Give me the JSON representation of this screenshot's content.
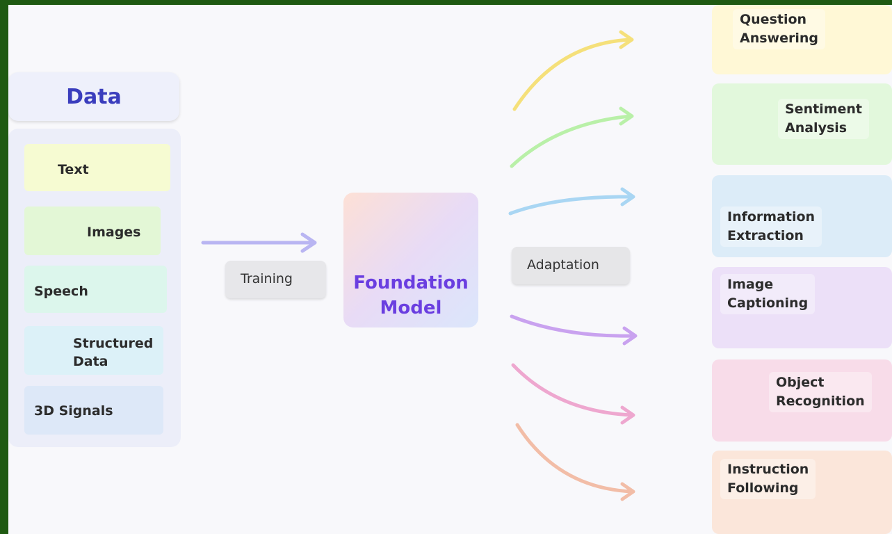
{
  "data_section": {
    "title": "Data",
    "items": [
      {
        "label": "Text",
        "icon": "book-icon"
      },
      {
        "label": "Images",
        "icon": "photos-icon"
      },
      {
        "label": "Speech",
        "icon": "microphone-icon"
      },
      {
        "label": "Structured",
        "label2": "Data",
        "icon": "flowchart-icon"
      },
      {
        "label": "3D Signals",
        "icon": "router-icon"
      }
    ]
  },
  "training": {
    "label": "Training",
    "icon": "pencils-cup-icon"
  },
  "foundation_model": {
    "line1": "Foundation",
    "line2": "Model"
  },
  "adaptation": {
    "label": "Adaptation",
    "icon": "screwdriver-icon"
  },
  "tasks": [
    {
      "line1": "Question",
      "line2": "Answering",
      "color": "#fff8d6",
      "icon": "speech-bubbles-icon"
    },
    {
      "line1": "Sentiment",
      "line2": "Analysis",
      "color": "#e2f8dc",
      "icon": "emoji-faces-icon"
    },
    {
      "line1": "Information",
      "line2": "Extraction",
      "color": "#dcecf8",
      "icon": "magnifier-icon"
    },
    {
      "line1": "Image",
      "line2": "Captioning",
      "color": "#ece0f8",
      "icon": "picture-frame-icon"
    },
    {
      "line1": "Object",
      "line2": "Recognition",
      "color": "#f8dce9",
      "icon": "3d-shapes-icon"
    },
    {
      "line1": "Instruction",
      "line2": "Following",
      "color": "#fbe6da",
      "icon": "map-icon"
    }
  ],
  "colors": {
    "frame": "#1f5a12",
    "canvas": "#f8f8fb",
    "data_title": "#3a3dbd",
    "foundation_text": "#6a3ee0",
    "arrow_input": "#b9b5f2",
    "arrow_colors": [
      "#f5e07a",
      "#b9f0a8",
      "#a9d6f3",
      "#c9a2ef",
      "#eea7cf",
      "#f2bda7"
    ],
    "orb_colors": [
      "#b8421b",
      "#3fc93b",
      "#3f8df0",
      "#6b2fd8",
      "#d73bb5",
      "#e8323e"
    ]
  }
}
